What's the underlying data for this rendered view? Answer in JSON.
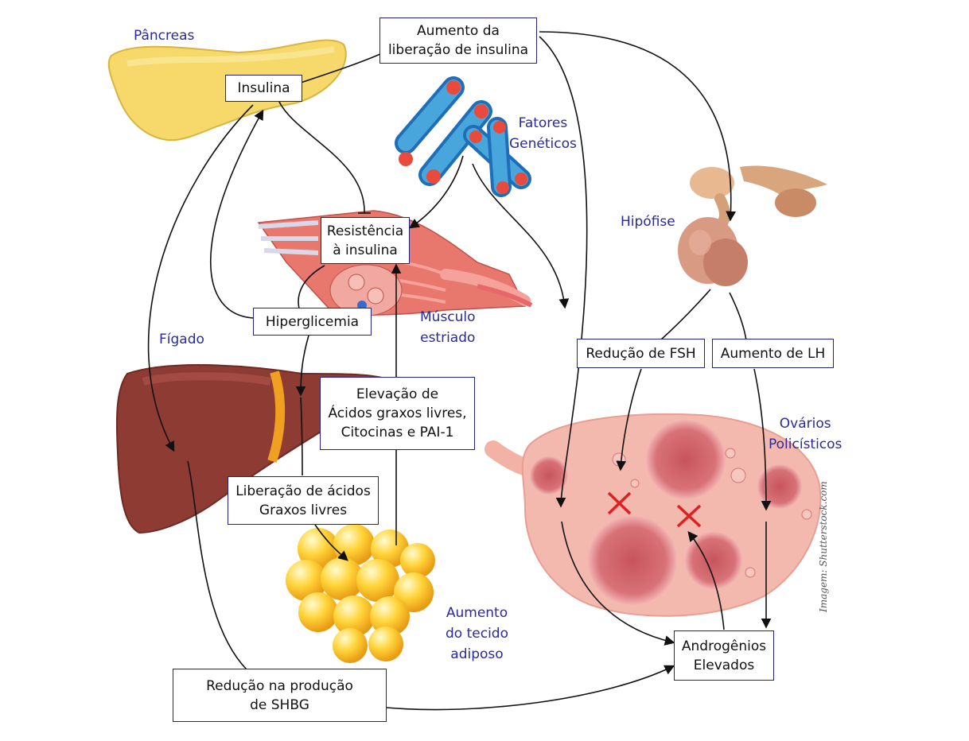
{
  "boxes": {
    "aumento_insulina": "Aumento da\nliberação de insulina",
    "insulina": "Insulina",
    "resistencia": "Resistência\nà insulina",
    "hiperglicemia": "Hiperglicemia",
    "elevacao": "Elevação de\nÁcidos graxos livres,\nCitocinas e PAI-1",
    "liberacao_acidos": "Liberação de ácidos\nGraxos livres",
    "reducao_shbg": "Redução na produção\nde SHBG",
    "reducao_fsh": "Redução de FSH",
    "aumento_lh": "Aumento de LH",
    "androgenios": "Androgênios\nElevados"
  },
  "labels": {
    "pancreas": "Pâncreas",
    "fatores": "Fatores\nGenéticos",
    "hipofise": "Hipófise",
    "figado": "Fígado",
    "musculo": "Músculo\nestriado",
    "ovarios": "Ovários\nPolicísticos",
    "tecido": "Aumento\ndo tecido\nadiposo"
  },
  "credit": "Imagem: Shutterstock.com",
  "colors": {
    "box_border": "#24247a",
    "label_text": "#2a2a9a",
    "arrow": "#111111",
    "inhibition_mark": "#e02020"
  }
}
